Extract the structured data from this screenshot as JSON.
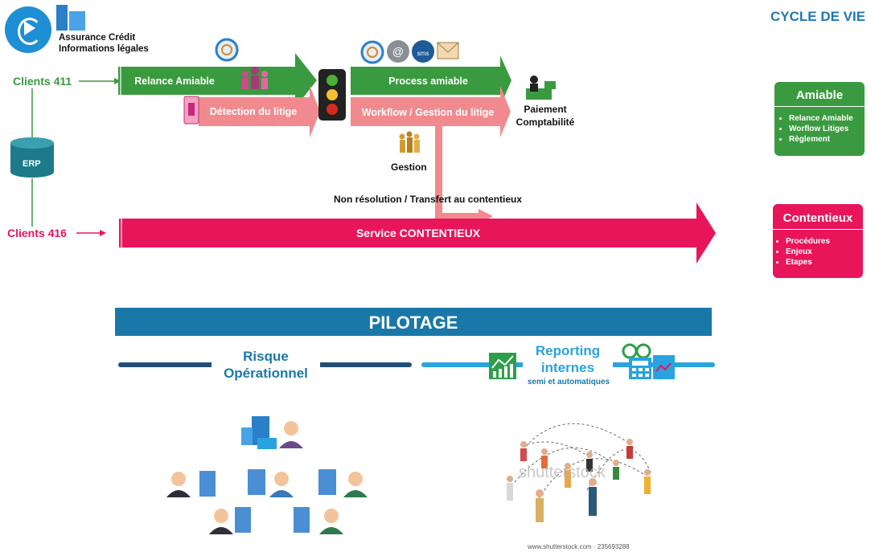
{
  "header": {
    "brand_line1": "Assurance Crédit",
    "brand_line2": "Informations légales",
    "title": "CYCLE DE VIE"
  },
  "flow": {
    "clients_411": "Clients 411",
    "clients_416": "Clients 416",
    "erp": "ERP",
    "relance": "Relance Amiable",
    "detection": "Détection du litige",
    "process": "Process amiable",
    "workflow": "Workflow / Gestion du litige",
    "paiement": "Paiement Comptabilité",
    "gestion": "Gestion",
    "non_resolution": "Non résolution / Transfert au contentieux",
    "contentieux_service": "Service CONTENTIEUX",
    "sms": "sms"
  },
  "boxes": {
    "amiable": {
      "title": "Amiable",
      "items": [
        "Relance Amiable",
        "Worflow Litiges",
        "Règlement"
      ]
    },
    "contentieux": {
      "title": "Contentieux",
      "items": [
        "Procédures",
        "Enjeux",
        "Etapes"
      ]
    }
  },
  "pilotage": {
    "title": "PILOTAGE",
    "risque": "Risque Opérationnel",
    "reporting": "Reporting internes",
    "reporting_sub": "semi et automatiques"
  },
  "watermark": {
    "brand": "shutterstock",
    "credit": "www.shutterstock.com · 235693288"
  },
  "colors": {
    "green": "#3a9a3f",
    "pink_light": "#f08a8e",
    "pink_strong": "#e8155a",
    "blue": "#1a78a8",
    "light_blue": "#29a3e0",
    "title_blue": "#1f78b4"
  },
  "icons": [
    "logo-icon",
    "building-icon",
    "phone-icon",
    "email-icon",
    "sms-icon",
    "envelope-icon",
    "people-icon",
    "alert-icon",
    "traffic-light-icon",
    "desk-icon",
    "database-icon",
    "chart-icon",
    "glasses-icon",
    "calculator-icon",
    "network-people-icon"
  ]
}
